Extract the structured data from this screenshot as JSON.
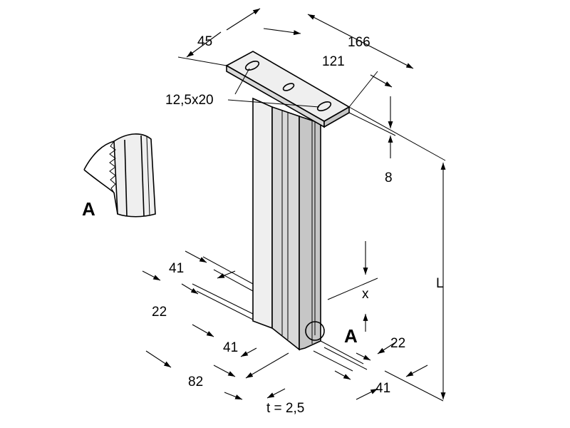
{
  "dimensions": {
    "top_width_1": "45",
    "top_width_2": "121",
    "top_width_3": "166",
    "hole_size": "12,5x20",
    "plate_thickness": "8",
    "length": "L",
    "base_left_41_upper": "41",
    "base_left_22": "22",
    "base_left_41_lower": "41",
    "base_left_82": "82",
    "base_right_22": "22",
    "base_right_41": "41",
    "offset_x": "x",
    "wall_thickness": "t = 2,5"
  },
  "detail": {
    "marker_label": "A",
    "detail_label": "A"
  }
}
